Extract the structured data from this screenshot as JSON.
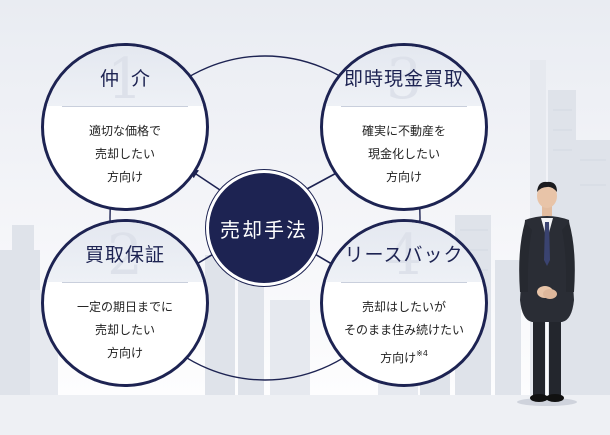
{
  "center": {
    "label": "売却手法"
  },
  "methods": [
    {
      "num": "1",
      "title": "仲介",
      "lines": [
        "適切な価格で",
        "売却したい",
        "方向け"
      ],
      "note": ""
    },
    {
      "num": "3",
      "title": "即時現金買取",
      "lines": [
        "確実に不動産を",
        "現金化したい",
        "方向け"
      ],
      "note": ""
    },
    {
      "num": "2",
      "title": "買取保証",
      "lines": [
        "一定の期日までに",
        "売却したい",
        "方向け"
      ],
      "note": ""
    },
    {
      "num": "4",
      "title": "リースバック",
      "lines": [
        "売却はしたいが",
        "そのまま住み続けたい",
        "方向け"
      ],
      "note": "※4"
    }
  ],
  "colors": {
    "navy": "#1d2352",
    "ring": "#1d2352",
    "cap": "#e4e8f0",
    "number": "#dde1ea"
  }
}
